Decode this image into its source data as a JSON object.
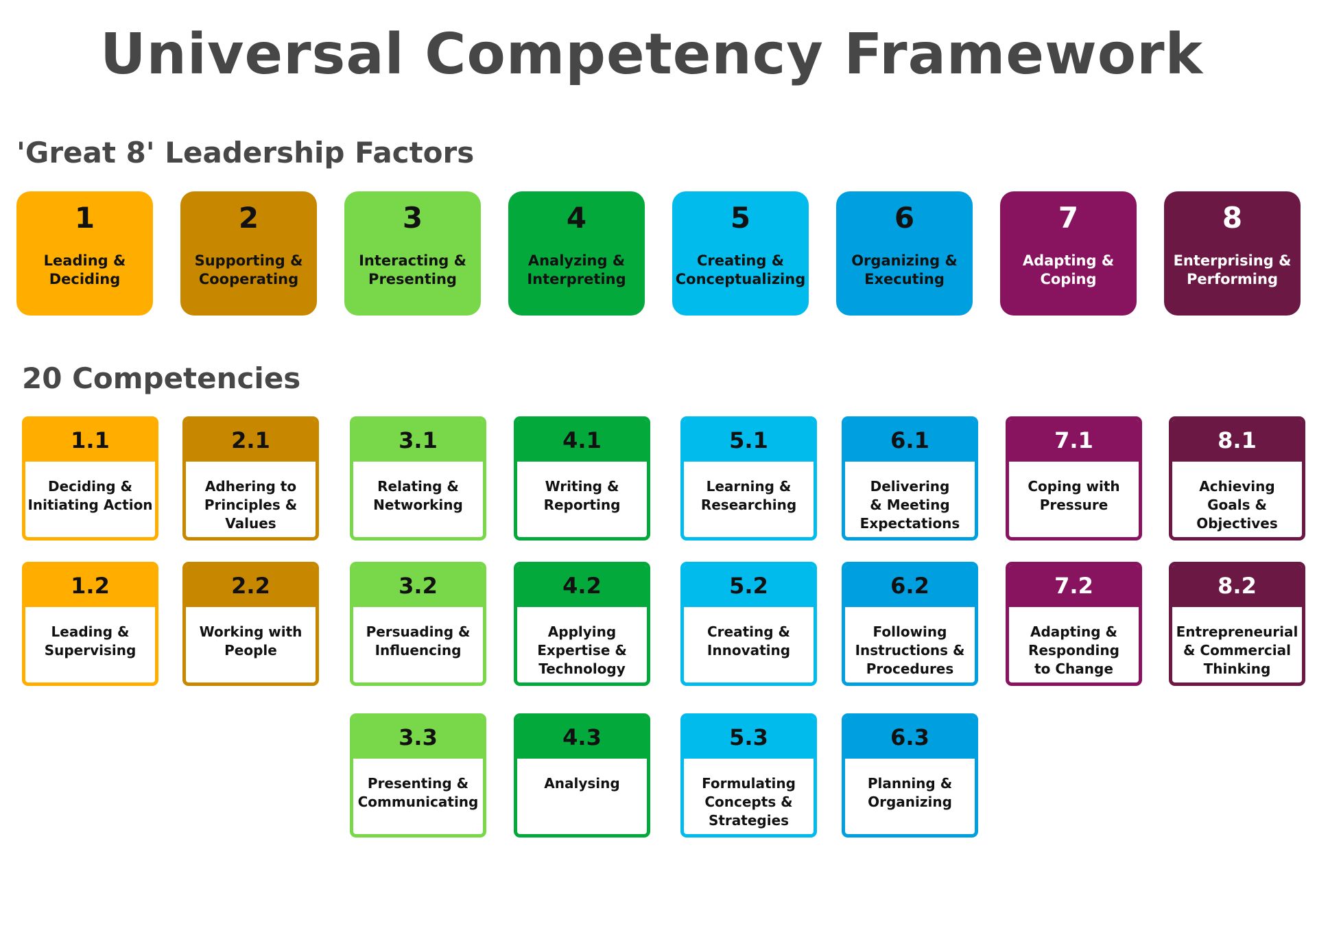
{
  "title": "Universal Competency Framework",
  "factors_section": {
    "title": "'Great 8' Leadership Factors"
  },
  "competencies_section": {
    "title": "20 Competencies"
  },
  "colors": {
    "1": "#FFAE00",
    "2": "#C78800",
    "3": "#79D84A",
    "4": "#04A93C",
    "5": "#00BBEB",
    "6": "#009FDF",
    "7": "#881460",
    "8": "#6B1845"
  },
  "factors": [
    {
      "number": "1",
      "label_lines": [
        "Leading &",
        "Deciding"
      ]
    },
    {
      "number": "2",
      "label_lines": [
        "Supporting &",
        "Cooperating"
      ]
    },
    {
      "number": "3",
      "label_lines": [
        "Interacting &",
        "Presenting"
      ]
    },
    {
      "number": "4",
      "label_lines": [
        "Analyzing &",
        "Interpreting"
      ]
    },
    {
      "number": "5",
      "label_lines": [
        "Creating &",
        "Conceptualizing"
      ]
    },
    {
      "number": "6",
      "label_lines": [
        "Organizing &",
        "Executing"
      ]
    },
    {
      "number": "7",
      "label_lines": [
        "Adapting &",
        "Coping"
      ]
    },
    {
      "number": "8",
      "label_lines": [
        "Enterprising &",
        "Performing"
      ]
    }
  ],
  "competencies": [
    {
      "number": "1.1",
      "label_lines": [
        "Deciding &",
        "Initiating Action"
      ]
    },
    {
      "number": "2.1",
      "label_lines": [
        "Adhering to",
        "Principles &",
        "Values"
      ]
    },
    {
      "number": "3.1",
      "label_lines": [
        "Relating &",
        "Networking"
      ]
    },
    {
      "number": "4.1",
      "label_lines": [
        "Writing &",
        "Reporting"
      ]
    },
    {
      "number": "5.1",
      "label_lines": [
        "Learning &",
        "Researching"
      ]
    },
    {
      "number": "6.1",
      "label_lines": [
        "Delivering",
        "& Meeting",
        "Expectations"
      ]
    },
    {
      "number": "7.1",
      "label_lines": [
        "Coping with",
        "Pressure"
      ]
    },
    {
      "number": "8.1",
      "label_lines": [
        "Achieving",
        "Goals &",
        "Objectives"
      ]
    },
    {
      "number": "1.2",
      "label_lines": [
        "Leading &",
        "Supervising"
      ]
    },
    {
      "number": "2.2",
      "label_lines": [
        "Working with",
        "People"
      ]
    },
    {
      "number": "3.2",
      "label_lines": [
        "Persuading &",
        "Influencing"
      ]
    },
    {
      "number": "4.2",
      "label_lines": [
        "Applying",
        "Expertise &",
        "Technology"
      ]
    },
    {
      "number": "5.2",
      "label_lines": [
        "Creating &",
        "Innovating"
      ]
    },
    {
      "number": "6.2",
      "label_lines": [
        "Following",
        "Instructions &",
        "Procedures"
      ]
    },
    {
      "number": "7.2",
      "label_lines": [
        "Adapting &",
        "Responding",
        "to Change"
      ]
    },
    {
      "number": "8.2",
      "label_lines": [
        "Entrepreneurial",
        "& Commercial",
        "Thinking"
      ]
    },
    {
      "number": "3.3",
      "label_lines": [
        "Presenting &",
        "Communicating"
      ]
    },
    {
      "number": "4.3",
      "label_lines": [
        "Analysing"
      ]
    },
    {
      "number": "5.3",
      "label_lines": [
        "Formulating",
        "Concepts &",
        "Strategies"
      ]
    },
    {
      "number": "6.3",
      "label_lines": [
        "Planning &",
        "Organizing"
      ]
    }
  ]
}
